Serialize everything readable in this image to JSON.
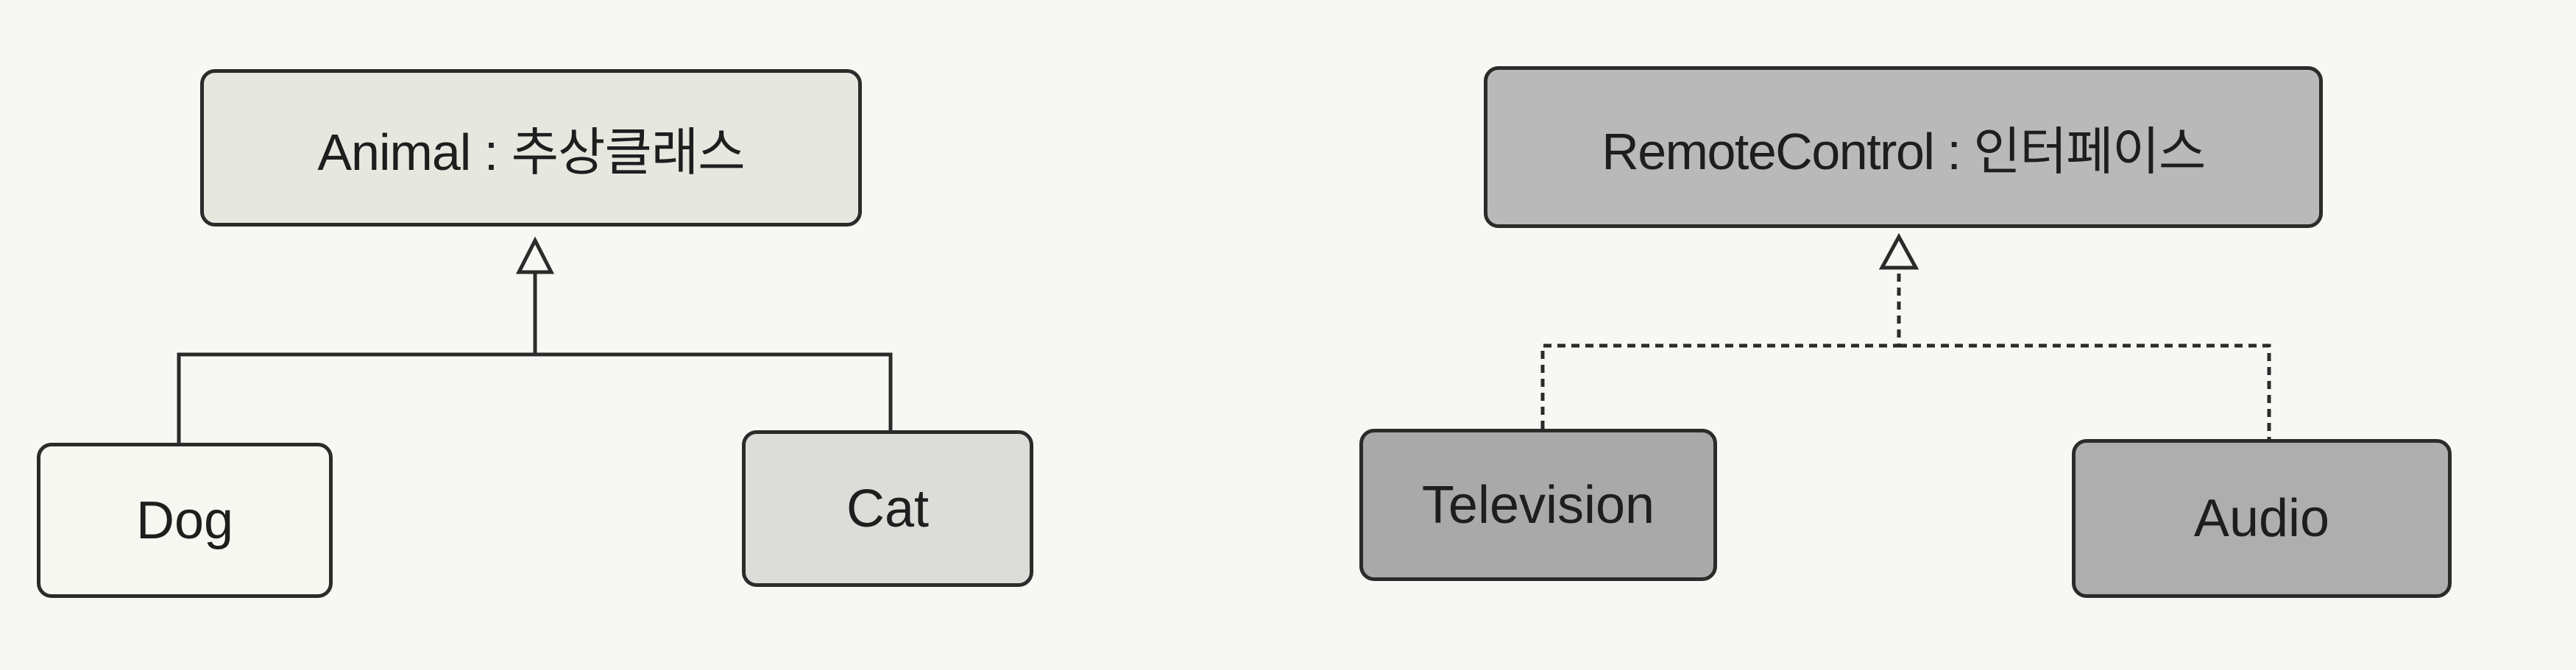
{
  "abstract_diagram": {
    "parent": "Animal : 추상클래스",
    "child_left": "Dog",
    "child_right": "Cat"
  },
  "interface_diagram": {
    "parent": "RemoteControl : 인터페이스",
    "child_left": "Television",
    "child_right": "Audio"
  },
  "colors": {
    "line": "#2b2b2b",
    "abstract_parent_fill": "#e6e8df",
    "abstract_left_fill": "#f7f7f2",
    "abstract_right_fill": "#dcdcd8",
    "interface_fill": "#b4b4b4"
  }
}
